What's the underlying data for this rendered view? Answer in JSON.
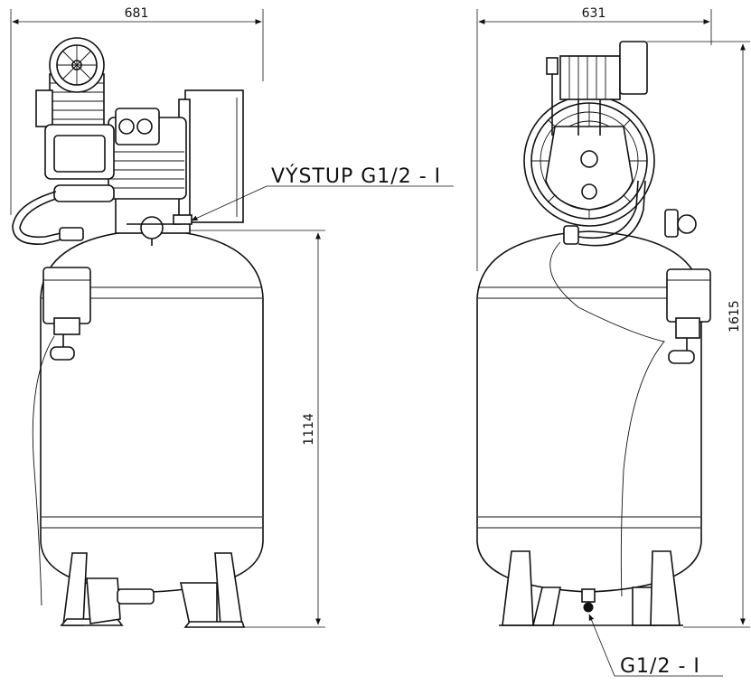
{
  "dimensions": {
    "front_width": "681",
    "side_width": "631",
    "tank_height": "1114",
    "total_height": "1615"
  },
  "callouts": {
    "outlet": "VÝSTUP G1/2 - I",
    "drain": "G1/2 - I"
  }
}
